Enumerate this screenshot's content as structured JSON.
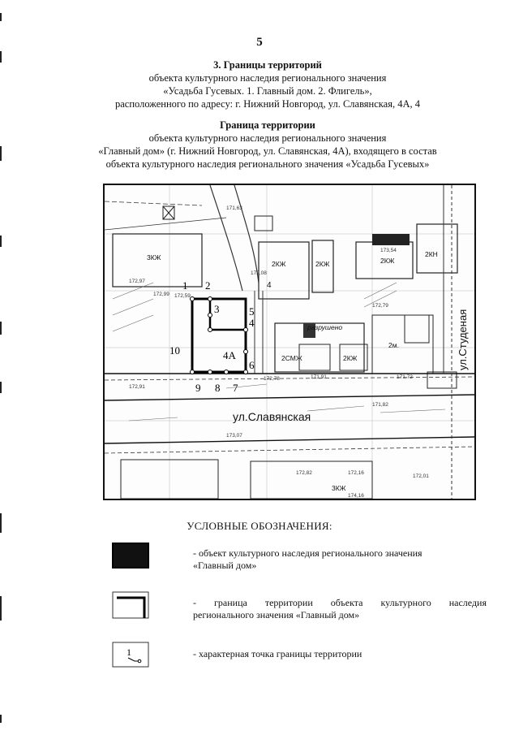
{
  "page_number": "5",
  "section": {
    "title": "3. Границы территорий",
    "lines": [
      "объекта культурного наследия регионального значения",
      "«Усадьба Гусевых. 1. Главный дом. 2. Флигель»,",
      "расположенного по адресу: г. Нижний Новгород, ул. Славянская, 4А, 4"
    ]
  },
  "subsection": {
    "title": "Граница территории",
    "lines": [
      "объекта культурного наследия регионального значения",
      "«Главный дом» (г. Нижний Новгород, ул. Славянская, 4А), входящего в состав",
      "объекта культурного наследия регионального значения «Усадьба Гусевых»"
    ]
  },
  "map": {
    "street_main": "ул.Славянская",
    "street_side": "ул.Студеная",
    "point_labels": [
      "1",
      "2",
      "3",
      "4",
      "5",
      "6",
      "7",
      "8",
      "9",
      "10"
    ],
    "building_labels": {
      "target": "4А",
      "b1": "3КЖ",
      "b2": "2КЖ",
      "b3": "2КЖ",
      "b4": "2КЖ",
      "b5": "2СМЖ",
      "b6": "2КЖ",
      "b7": "2КН",
      "b8": "2м.",
      "b9": "3КЖ",
      "ruin": "разрушено",
      "num4": "4"
    },
    "elevations": [
      "172,59",
      "172,78",
      "171,91",
      "171,72",
      "172,82",
      "172,16",
      "171,63",
      "172,97",
      "173,54",
      "172,99",
      "172,08",
      "171,82",
      "173,07",
      "172,91",
      "174,16",
      "172,79",
      "172,01"
    ]
  },
  "legend": {
    "title": "УСЛОВНЫЕ ОБОЗНАЧЕНИЯ:",
    "items": [
      {
        "text_line1": "- объект культурного наследия регионального значения",
        "text_line2": "«Главный дом»"
      },
      {
        "text_line1": "-  граница  территории  объекта  культурного  наследия",
        "text_line2": "регионального значения «Главный дом»"
      },
      {
        "text_line1": "-  характерная точка границы территории",
        "text_line2": "",
        "symbol_label": "1"
      }
    ]
  }
}
